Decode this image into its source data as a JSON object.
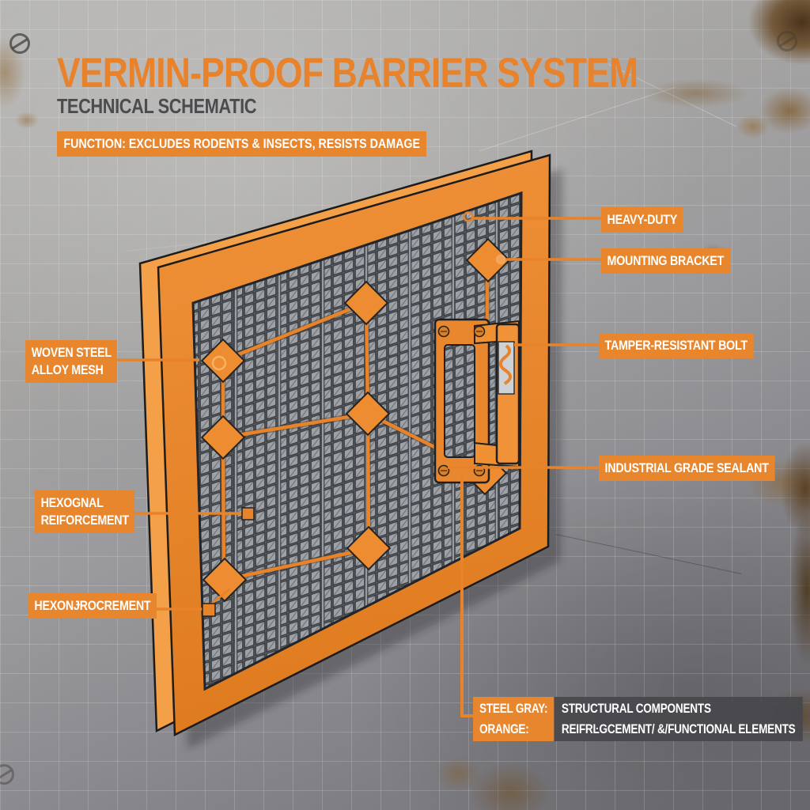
{
  "title": "VERMIN-PROOF BARRIER SYSTEM",
  "subtitle": "TECHNICAL SCHEMATIC",
  "function_banner": "FUNCTION: EXCLUDES RODENTS & INSECTS, RESISTS DAMAGE",
  "callouts": {
    "heavy_duty": "HEAVY-DUTY",
    "mounting_bracket": "MOUNTING BRACKET",
    "tamper_bolt": "TAMPER-RESISTANT BOLT",
    "sealant": "INDUSTRIAL GRADE SEALANT",
    "woven_line1": "WOVEN STEEL",
    "woven_line2": "ALLOY MESH",
    "hex_line1": "HEXOGNAL",
    "hex_line2": "REIFORCEMENT",
    "hexonj": "HEXONɈROCREMENT"
  },
  "legend": {
    "rows": [
      {
        "key": "STEEL GRAY:",
        "value": "STRUCTURAL COMPONENTS"
      },
      {
        "key": "ORANGE:",
        "value": "REIFRĿGCEMENT/ &/FUNCTIONAL ELEMENTS"
      }
    ]
  },
  "colors": {
    "accent_orange": "#E8832A",
    "frame_orange": "#E8862D",
    "steel_gray": "#9EA2A6",
    "legend_panel": "#46474C",
    "subtitle_gray": "#4B4C4F"
  },
  "icons": [
    "screw-icon",
    "spiral-node-icon",
    "diamond-node-icon"
  ]
}
